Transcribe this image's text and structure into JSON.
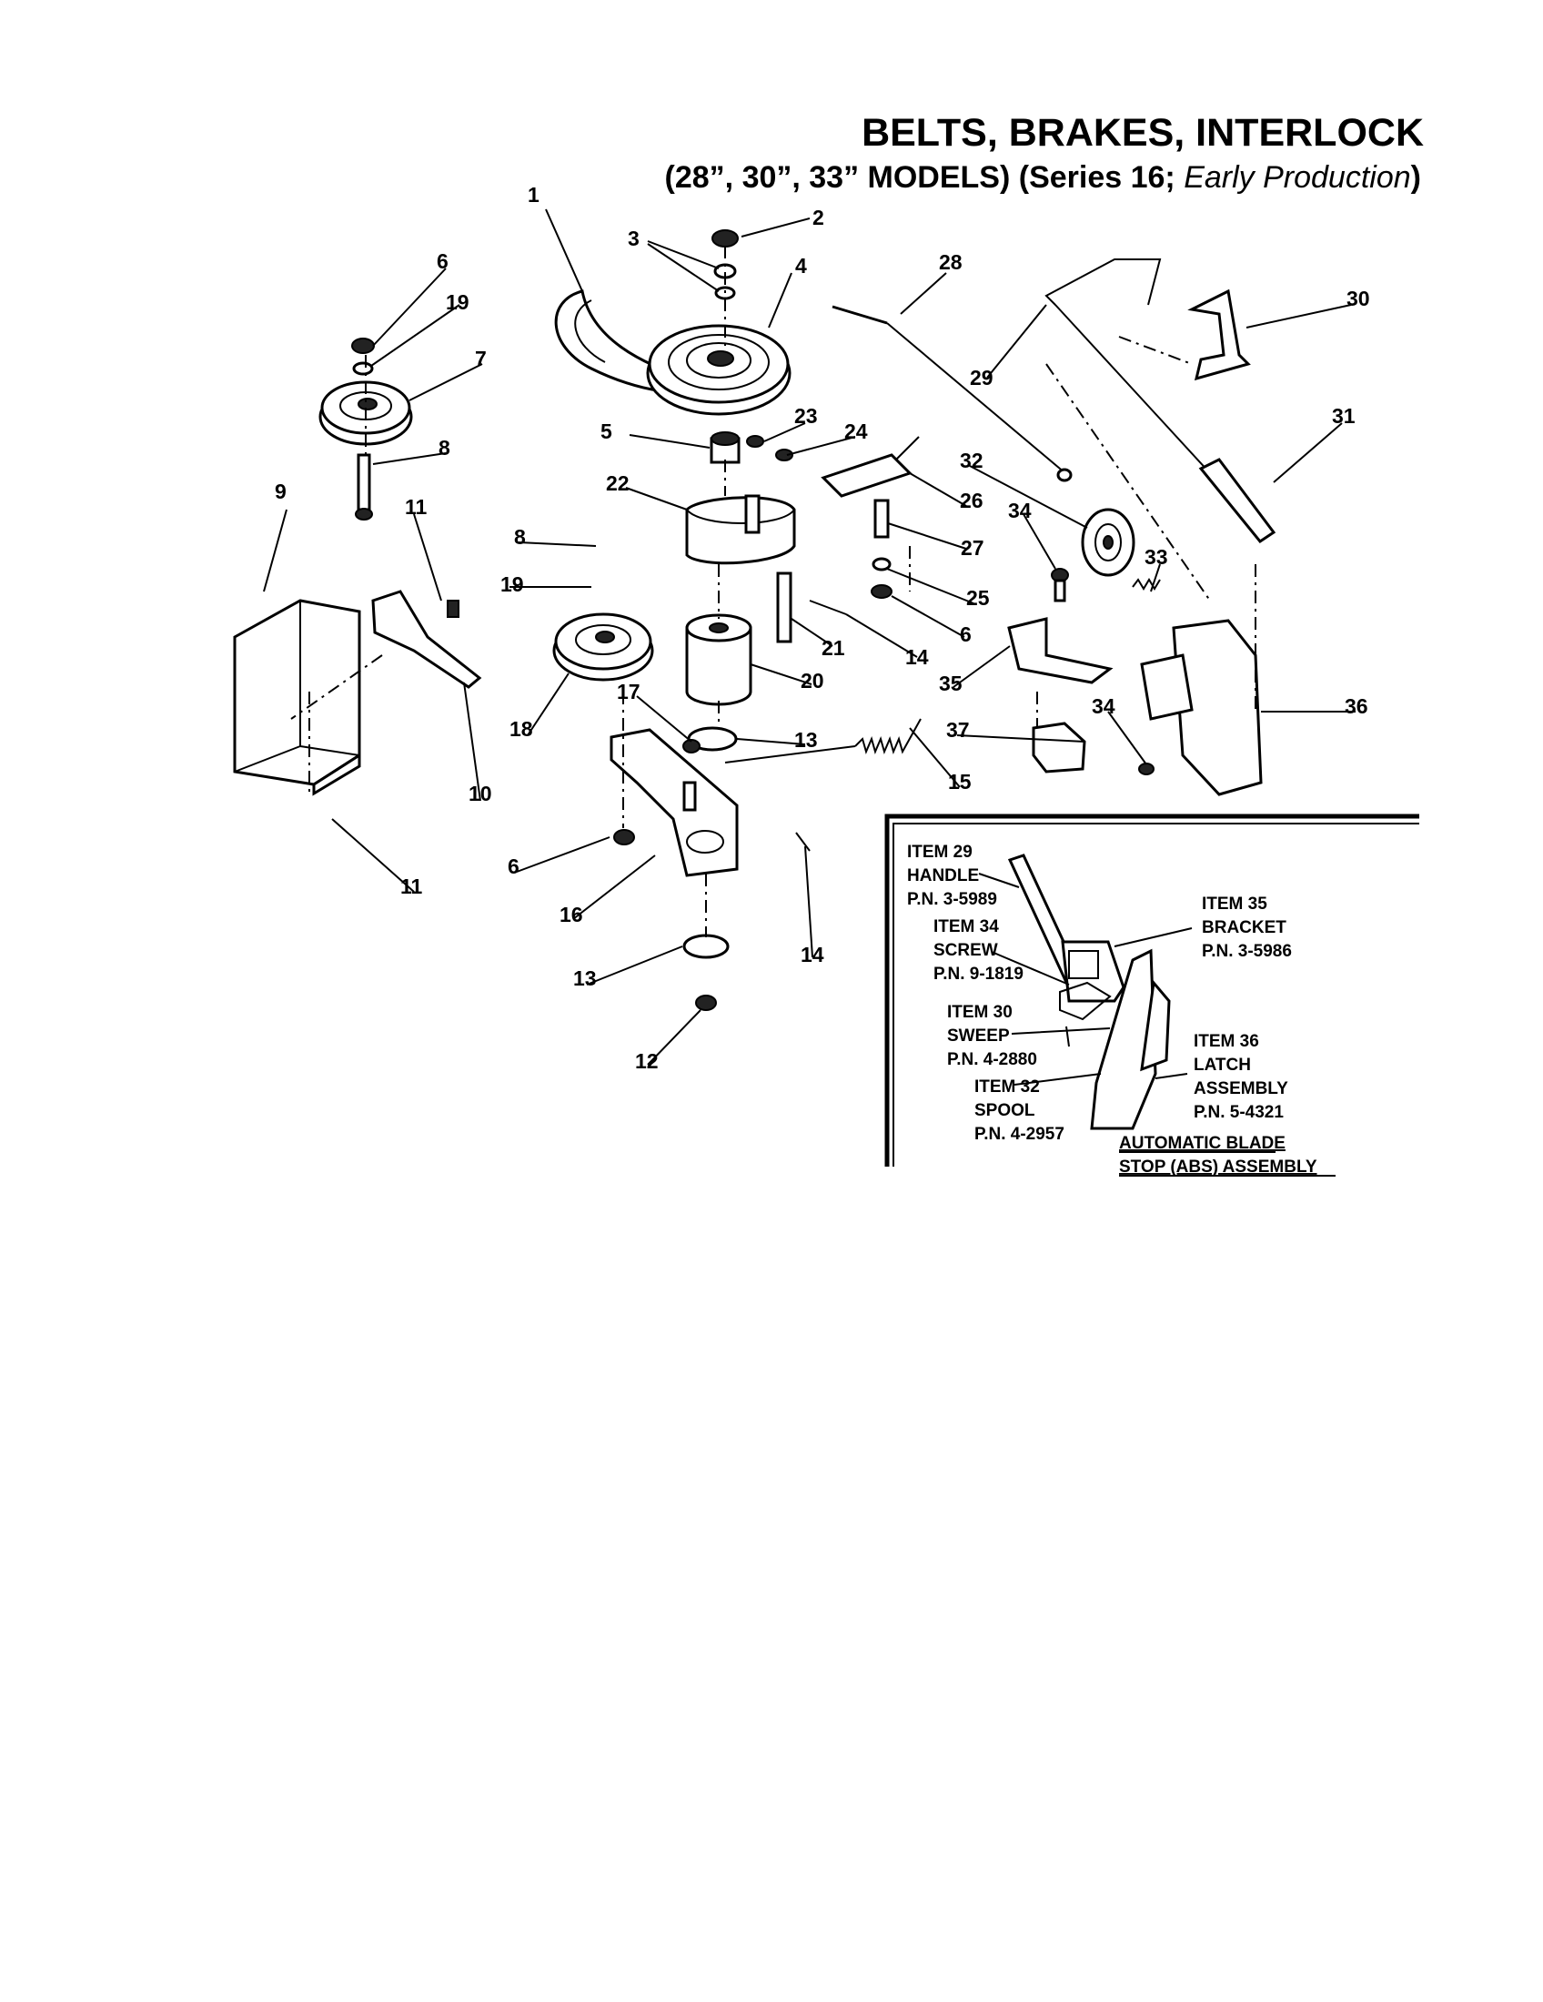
{
  "title": "BELTS, BRAKES, INTERLOCK",
  "subtitle": {
    "main": "(28”, 30”, 33” MODELS) (Series 16; ",
    "italic": "Early Production",
    "close": ")"
  },
  "callouts": [
    "1",
    "2",
    "3",
    "4",
    "6",
    "19",
    "7",
    "8",
    "9",
    "11",
    "28",
    "29",
    "30",
    "31",
    "5",
    "23",
    "24",
    "22",
    "26",
    "32",
    "34",
    "27",
    "33",
    "8",
    "19",
    "25",
    "6",
    "21",
    "14",
    "20",
    "35",
    "36",
    "17",
    "13",
    "18",
    "10",
    "34",
    "37",
    "15",
    "6",
    "11",
    "16",
    "14",
    "13",
    "12"
  ],
  "inset": {
    "item29": [
      "ITEM 29",
      "HANDLE",
      "P.N. 3-5989"
    ],
    "item34": [
      "ITEM 34",
      "SCREW",
      "P.N. 9-1819"
    ],
    "item30": [
      "ITEM 30",
      "SWEEP",
      "P.N. 4-2880"
    ],
    "item32": [
      "ITEM 32",
      "SPOOL",
      "P.N. 4-2957"
    ],
    "item35": [
      "ITEM 35",
      "BRACKET",
      "P.N. 3-5986"
    ],
    "item36": [
      "ITEM 36",
      "LATCH",
      "ASSEMBLY",
      "P.N. 5-4321"
    ],
    "caption": [
      "AUTOMATIC BLADE",
      "STOP (ABS) ASSEMBLY"
    ]
  }
}
